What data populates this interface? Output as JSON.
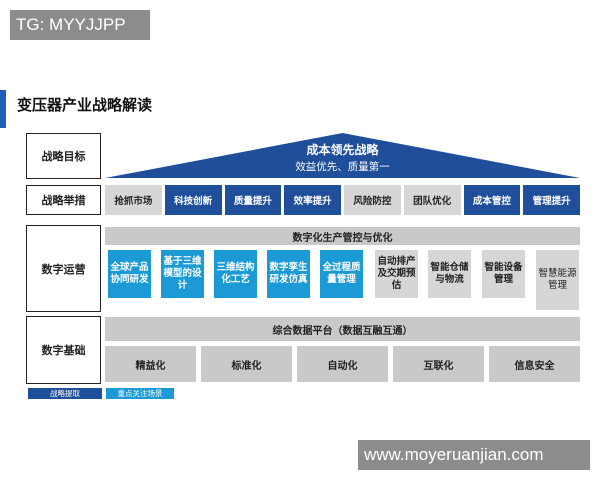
{
  "tag": "TG: MYYJJPP",
  "title": "变压器产业战略解读",
  "row_labels": [
    "战略目标",
    "战略举措",
    "数字运营",
    "数字基础"
  ],
  "goal": {
    "title": "成本领先战略",
    "subtitle": "效益优先、质量第一"
  },
  "measures": [
    {
      "label": "抢抓市场",
      "style": "gray"
    },
    {
      "label": "科技创新",
      "style": "blue"
    },
    {
      "label": "质量提升",
      "style": "blue"
    },
    {
      "label": "效率提升",
      "style": "blue"
    },
    {
      "label": "风险防控",
      "style": "gray"
    },
    {
      "label": "团队优化",
      "style": "gray"
    },
    {
      "label": "成本管控",
      "style": "blue"
    },
    {
      "label": "管理提升",
      "style": "blue"
    }
  ],
  "operations_band": "数字化生产管控与优化",
  "applications": [
    {
      "label": "全球产品协同研发",
      "style": "blue"
    },
    {
      "label": "基于三维模型的设计",
      "style": "blue"
    },
    {
      "label": "三维结构化工艺",
      "style": "blue"
    },
    {
      "label": "数字孪生研发仿真",
      "style": "blue"
    },
    {
      "label": "全过程质量管理",
      "style": "blue"
    },
    {
      "label": "自动排产及交期预估",
      "style": "gray"
    },
    {
      "label": "智能仓储与物流",
      "style": "gray"
    },
    {
      "label": "智能设备管理",
      "style": "gray"
    },
    {
      "label": "智慧能源管理",
      "style": "gray"
    }
  ],
  "platform_band": "综合数据平台（数据互融互通）",
  "foundations": [
    "精益化",
    "标准化",
    "自动化",
    "互联化",
    "信息安全"
  ],
  "legend": {
    "strategy": "战略提取",
    "focus": "重点关注场景"
  },
  "colors": {
    "dark_blue": "#1f4e9a",
    "light_blue": "#1c9ad6",
    "gray": "#d6d6d6"
  },
  "watermark": "www.moyeruanjian.com"
}
